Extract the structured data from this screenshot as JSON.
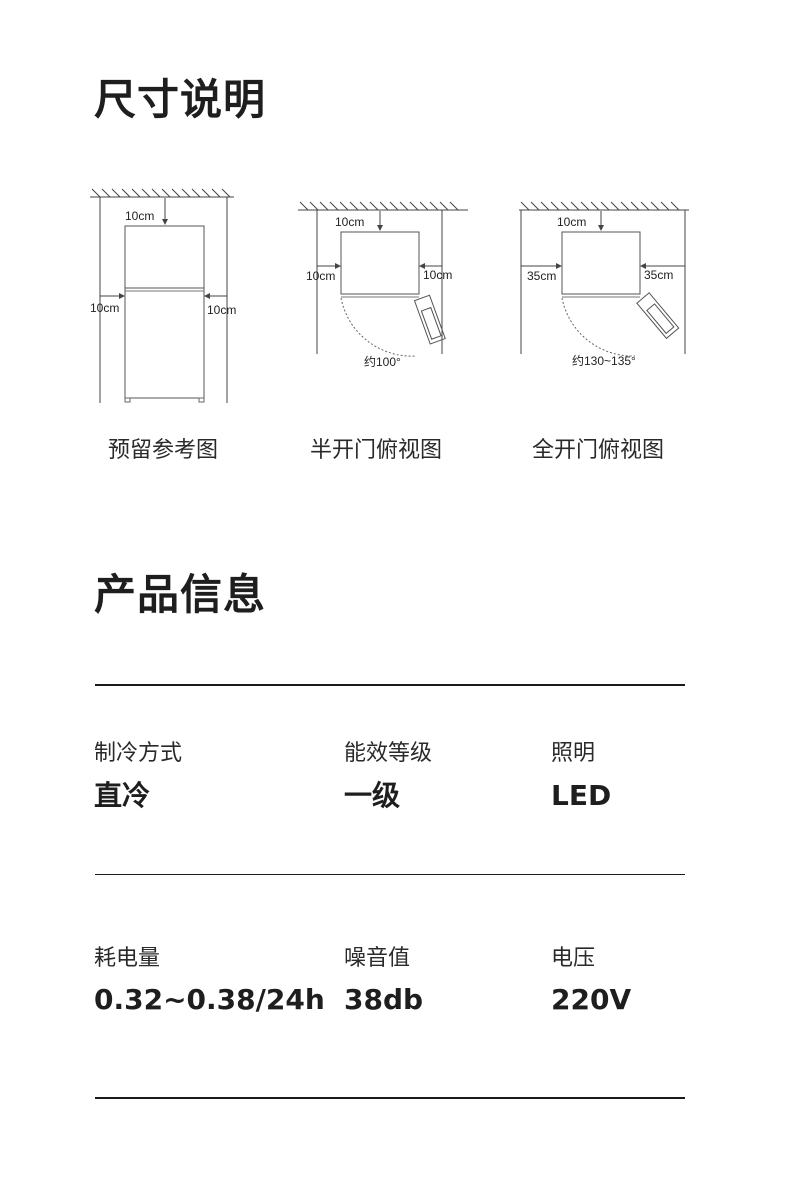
{
  "sections": {
    "size": {
      "title": "尺寸说明"
    },
    "info": {
      "title": "产品信息"
    }
  },
  "diagrams": [
    {
      "caption": "预留参考图",
      "labels": {
        "top": "10cm",
        "left": "10cm",
        "right": "10cm"
      }
    },
    {
      "caption": "半开门俯视图",
      "labels": {
        "top": "10cm",
        "left": "10cm",
        "right": "10cm",
        "angle": "约100°"
      },
      "door_angle_deg": 100
    },
    {
      "caption": "全开门俯视图",
      "labels": {
        "top": "10cm",
        "left": "35cm",
        "right": "35cm",
        "angle": "约130~135°"
      },
      "door_angle_deg": 130
    }
  ],
  "specs": [
    {
      "label": "制冷方式",
      "value": "直冷"
    },
    {
      "label": "能效等级",
      "value": "一级"
    },
    {
      "label": "照明",
      "value": "LED"
    },
    {
      "label": "耗电量",
      "value": "0.32~0.38/24h"
    },
    {
      "label": "噪音值",
      "value": "38db"
    },
    {
      "label": "电压",
      "value": "220V"
    }
  ]
}
